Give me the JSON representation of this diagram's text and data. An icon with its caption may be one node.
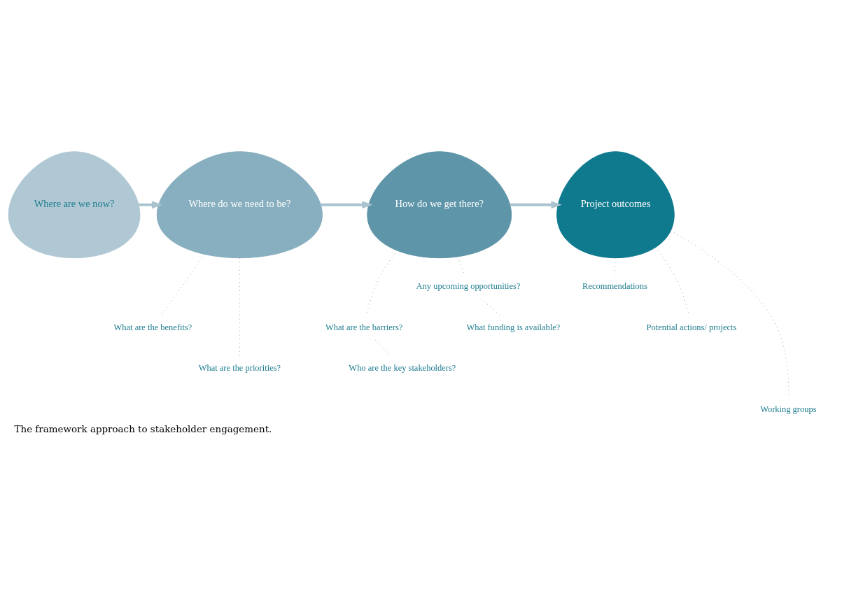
{
  "diagram": {
    "caption": "The framework approach to stakeholder engagement.",
    "nodes": [
      {
        "text": [
          "Where are we now?"
        ]
      },
      {
        "text": [
          "Where do we need to be?"
        ]
      },
      {
        "text": [
          "How do we get there?"
        ]
      },
      {
        "text": [
          "Project outcomes"
        ]
      },
      {
        "text": [
          "What are the benefits?"
        ]
      },
      {
        "text": [
          "What are the priorities?"
        ]
      },
      {
        "text": [
          "What are the barriers?"
        ]
      },
      {
        "text": [
          "Who are the key stakeholders?"
        ]
      },
      {
        "text": [
          "Any upcoming opportunities?"
        ]
      },
      {
        "text": [
          "What funding is available?"
        ]
      },
      {
        "text": [
          "Recommendations"
        ]
      },
      {
        "text": [
          "Potential actions/ projects"
        ]
      },
      {
        "text": [
          "Working groups"
        ]
      }
    ],
    "edges": [
      {
        "from": 0,
        "to": 1,
        "arrow": "to",
        "style": "thick",
        "color": "#a9c3cf"
      },
      {
        "from": 1,
        "to": 2,
        "arrow": "to",
        "style": "thick",
        "color": "#a9c3cf"
      },
      {
        "from": 2,
        "to": 3,
        "arrow": "to",
        "style": "thick",
        "color": "#a9c3cf"
      },
      {
        "from": 1,
        "to": 4,
        "arrow": "none",
        "style": "dashed"
      },
      {
        "from": 1,
        "to": 5,
        "arrow": "none",
        "style": "dashed"
      },
      {
        "from": 2,
        "to": 6,
        "arrow": "none",
        "style": "dashed"
      },
      {
        "from": 6,
        "to": 7,
        "arrow": "none",
        "style": "dashed"
      },
      {
        "from": 2,
        "to": 8,
        "arrow": "none",
        "style": "dashed"
      },
      {
        "from": 8,
        "to": 9,
        "arrow": "none",
        "style": "dashed"
      },
      {
        "from": 3,
        "to": 10,
        "arrow": "none",
        "style": "dashed"
      },
      {
        "from": 3,
        "to": 11,
        "arrow": "none",
        "style": "dashed"
      },
      {
        "from": 3,
        "to": 12,
        "arrow": "none",
        "style": "dashed"
      }
    ]
  }
}
